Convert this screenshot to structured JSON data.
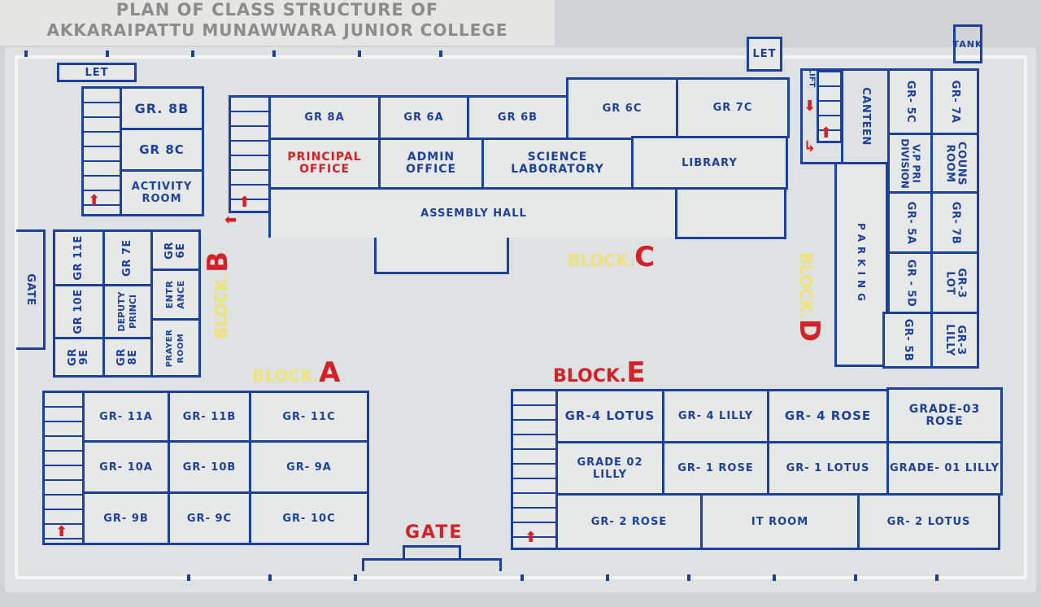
{
  "title": {
    "line1": "PLAN OF CLASS STRUCTURE OF",
    "line2": "AKKARAIPATTU MUNAWWARA JUNIOR COLLEGE"
  },
  "labels": {
    "let_left": "LET",
    "let_top": "LET",
    "tank": "TANK",
    "gate_left": "GATE",
    "gate_bottom": "GATE",
    "lift": "LIFT",
    "parking": "PARKING",
    "canteen": "CANTEEN"
  },
  "blocks": {
    "a": {
      "prefix": "BLOCK.",
      "letter": "A"
    },
    "b": {
      "prefix": "BLOCK.",
      "letter": "B"
    },
    "c": {
      "prefix": "BLOCK.",
      "letter": "C"
    },
    "d": {
      "prefix": "BLOCK.",
      "letter": "D"
    },
    "e": {
      "prefix": "BLOCK.",
      "letter": "E"
    }
  },
  "block_b_top": {
    "gr8b": "GR. 8B",
    "gr8c": "GR 8C",
    "activity": "ACTIVITY ROOM"
  },
  "block_c": {
    "gr8a": "GR 8A",
    "gr6a": "GR 6A",
    "gr6b": "GR 6B",
    "gr6c": "GR 6C",
    "gr7c": "GR 7C",
    "principal": "PRINCIPAL OFFICE",
    "admin": "ADMIN OFFICE",
    "science": "SCIENCE LABORATORY",
    "library": "LIBRARY",
    "assembly": "ASSEMBLY HALL"
  },
  "block_b": {
    "gr11e": "GR 11E",
    "gr7e": "GR 7E",
    "gr6e": "GR 6E",
    "gr10e": "GR 10E",
    "deputy": "DEPUTY PRINCI",
    "entrance": "ENTR ANCE",
    "gr9e": "GR 9E",
    "gr8e": "GR 8E",
    "prayer": "PRAYER ROOM"
  },
  "block_d": {
    "gr7a": "GR- 7A",
    "couns": "COUNS ROOM",
    "gr7b": "GR- 7B",
    "gr3lot": "GR-3 LOT",
    "gr3lilly": "GR-3 LILLY",
    "gr5c": "GR- 5C",
    "vp": "V.P PRI DIVISION",
    "gr5a": "GR- 5A",
    "gr5d": "GR - 5D",
    "gr5b": "GR- 5B"
  },
  "block_a": {
    "gr11a": "GR- 11A",
    "gr11b": "GR- 11B",
    "gr11c": "GR- 11C",
    "gr10a": "GR- 10A",
    "gr10b": "GR- 10B",
    "gr9a": "GR- 9A",
    "gr9b": "GR- 9B",
    "gr9c": "GR- 9C",
    "gr10c": "GR- 10C"
  },
  "block_e": {
    "r1": "GR-4 LOTUS",
    "r2": "GR- 4 LILLY",
    "r3": "GR- 4 ROSE",
    "r4": "GRADE-03 ROSE",
    "r5": "GRADE 02 LILLY",
    "r6": "GR- 1 ROSE",
    "r7": "GR- 1 LOTUS",
    "r8": "GRADE- 01 LILLY",
    "r9": "GR- 2 ROSE",
    "r10": "IT ROOM",
    "r11": "GR- 2 LOTUS"
  }
}
